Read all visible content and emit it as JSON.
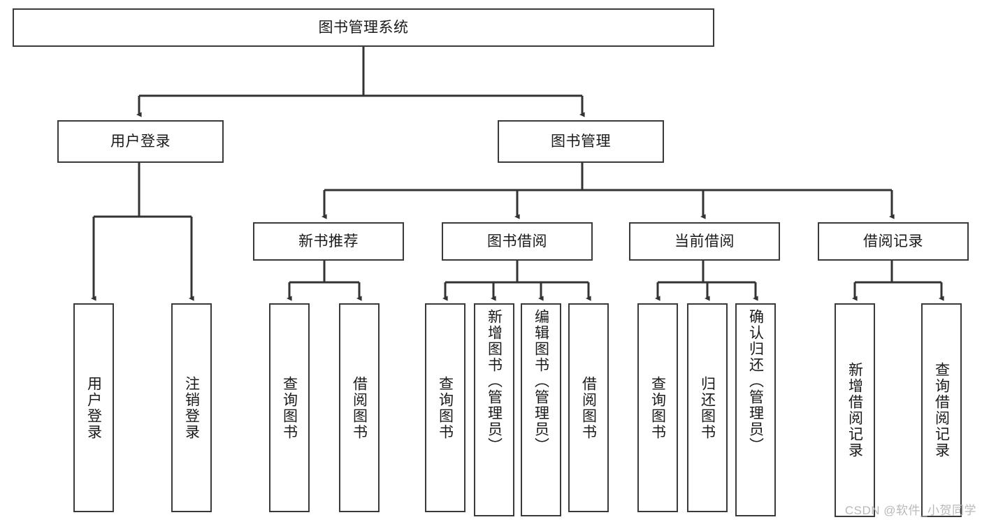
{
  "diagram": {
    "title": "图书管理系统",
    "type": "tree",
    "watermark": "CSDN @软件_小贺同学",
    "colors": {
      "border": "#3a3a3a",
      "background": "#ffffff",
      "text": "#1a1a1a",
      "edge": "#333333",
      "watermark": "#b9b9b9"
    },
    "nodes": {
      "root": {
        "label": "图书管理系统"
      },
      "level1": [
        {
          "id": "user-login",
          "label": "用户登录"
        },
        {
          "id": "book-manage",
          "label": "图书管理"
        }
      ],
      "level2": [
        {
          "id": "new-book-recommend",
          "label": "新书推荐"
        },
        {
          "id": "book-borrow",
          "label": "图书借阅"
        },
        {
          "id": "current-borrow",
          "label": "当前借阅"
        },
        {
          "id": "borrow-record",
          "label": "借阅记录"
        }
      ],
      "leaves": [
        {
          "id": "leaf-user-login",
          "label": "用户登录",
          "parent": "user-login"
        },
        {
          "id": "leaf-logout-login",
          "label": "注销登录",
          "parent": "user-login"
        },
        {
          "id": "leaf-query-book-1",
          "label": "查询图书",
          "parent": "new-book-recommend"
        },
        {
          "id": "leaf-borrow-book-1",
          "label": "借阅图书",
          "parent": "new-book-recommend"
        },
        {
          "id": "leaf-query-book-2",
          "label": "查询图书",
          "parent": "book-borrow"
        },
        {
          "id": "leaf-add-book",
          "label": "新增图书（管理员）",
          "parent": "book-borrow"
        },
        {
          "id": "leaf-edit-book",
          "label": "编辑图书（管理员）",
          "parent": "book-borrow"
        },
        {
          "id": "leaf-borrow-book-2",
          "label": "借阅图书",
          "parent": "book-borrow"
        },
        {
          "id": "leaf-query-book-3",
          "label": "查询图书",
          "parent": "current-borrow"
        },
        {
          "id": "leaf-return-book",
          "label": "归还图书",
          "parent": "current-borrow"
        },
        {
          "id": "leaf-confirm-return",
          "label": "确认归还（管理员）",
          "parent": "current-borrow"
        },
        {
          "id": "leaf-add-record",
          "label": "新增借阅记录",
          "parent": "borrow-record"
        },
        {
          "id": "leaf-query-record",
          "label": "查询借阅记录",
          "parent": "borrow-record"
        }
      ]
    }
  }
}
